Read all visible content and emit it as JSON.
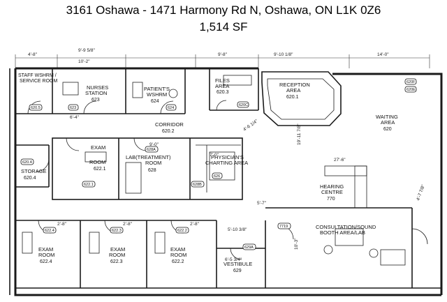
{
  "header": {
    "address": "3161 Oshawa - 1471 Harmony Rd N, Oshawa, ON L1K 0Z6",
    "area": "1,514 SF"
  },
  "rooms": [
    {
      "id": "staff",
      "l1": "STAFF WSHRM /",
      "l2": "SERVICE ROOM",
      "num": ""
    },
    {
      "id": "nurses",
      "l1": "NURSES",
      "l2": "STATION",
      "num": "623"
    },
    {
      "id": "patients",
      "l1": "PATIENT'S",
      "l2": "WSHRM",
      "num": "624"
    },
    {
      "id": "files",
      "l1": "FILES",
      "l2": "AREA",
      "num": "620.3"
    },
    {
      "id": "reception",
      "l1": "RECEPTION",
      "l2": "AREA",
      "num": "620.1"
    },
    {
      "id": "waiting",
      "l1": "WAITING",
      "l2": "AREA",
      "num": "620"
    },
    {
      "id": "corridor",
      "l1": "CORRIDOR",
      "l2": "",
      "num": "620.2"
    },
    {
      "id": "exam1",
      "l1": "EXAM",
      "l2": "ROOM",
      "num": "622.1"
    },
    {
      "id": "lab",
      "l1": "LAB(TREATMENT)",
      "l2": "ROOM",
      "num": "628"
    },
    {
      "id": "physician",
      "l1": "PHYSICIAN'S",
      "l2": "CHARTING AREA",
      "num": ""
    },
    {
      "id": "storage",
      "l1": "STORAGE",
      "l2": "",
      "num": "620.4"
    },
    {
      "id": "hearing",
      "l1": "HEARING",
      "l2": "CENTRE",
      "num": "770"
    },
    {
      "id": "consult",
      "l1": "CONSULTATION/SOUND",
      "l2": "BOOTH AREA/LAB",
      "num": ""
    },
    {
      "id": "exam4",
      "l1": "EXAM",
      "l2": "ROOM",
      "num": "622.4"
    },
    {
      "id": "exam3",
      "l1": "EXAM",
      "l2": "ROOM",
      "num": "622.3"
    },
    {
      "id": "exam2",
      "l1": "EXAM",
      "l2": "ROOM",
      "num": "622.2"
    },
    {
      "id": "vestibule",
      "l1": "VESTIBULE",
      "l2": "",
      "num": "629"
    }
  ],
  "dimensions": {
    "d1": "4'-8\"",
    "d2": "9'-9 5/8\"",
    "d3": "10'-2\"",
    "d4": "9'-8\"",
    "d5": "9'-10 1/8\"",
    "d6": "14'-0\"",
    "d7": "6'-4\"",
    "d8": "19'-11 7/8\"",
    "d9": "27'-6\"",
    "d10": "5'-10 3/8\"",
    "d11": "6'-5 3/4\"",
    "d12": "10'-3\"",
    "d13": "9'-0\"",
    "d14": "2'-8\"",
    "d15": "7'-0\"",
    "d16": "4'-7 7/8\"",
    "d17": "5'-7\"",
    "d18": "4'-6 1/4\""
  },
  "tags": {
    "t1": "622.4",
    "t2": "622.3",
    "t3": "622.2",
    "t4": "622.1",
    "t5": "628A",
    "t6": "628B",
    "t7": "7719",
    "t8": "620.4",
    "t9": "629A",
    "t10": "620F",
    "t11": "620E",
    "t12": "620C",
    "t13": "624",
    "t14": "623",
    "t15": "620.5",
    "t16": "626"
  }
}
